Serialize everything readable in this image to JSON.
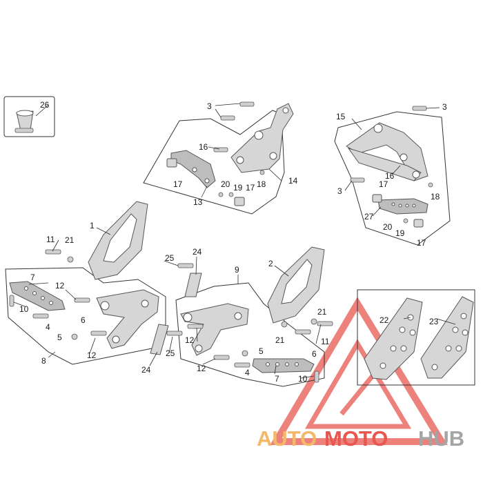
{
  "callouts": [
    {
      "id": "c1",
      "text": "1"
    },
    {
      "id": "c2",
      "text": "2"
    },
    {
      "id": "c3a",
      "text": "3"
    },
    {
      "id": "c3b",
      "text": "3"
    },
    {
      "id": "c3c",
      "text": "3"
    },
    {
      "id": "c4a",
      "text": "4"
    },
    {
      "id": "c4b",
      "text": "4"
    },
    {
      "id": "c5a",
      "text": "5"
    },
    {
      "id": "c5b",
      "text": "5"
    },
    {
      "id": "c6a",
      "text": "6"
    },
    {
      "id": "c6b",
      "text": "6"
    },
    {
      "id": "c7a",
      "text": "7"
    },
    {
      "id": "c7b",
      "text": "7"
    },
    {
      "id": "c8",
      "text": "8"
    },
    {
      "id": "c9",
      "text": "9"
    },
    {
      "id": "c10a",
      "text": "10"
    },
    {
      "id": "c10b",
      "text": "10"
    },
    {
      "id": "c11a",
      "text": "11"
    },
    {
      "id": "c11b",
      "text": "11"
    },
    {
      "id": "c12a",
      "text": "12"
    },
    {
      "id": "c12b",
      "text": "12"
    },
    {
      "id": "c12c",
      "text": "12"
    },
    {
      "id": "c12d",
      "text": "12"
    },
    {
      "id": "c13",
      "text": "13"
    },
    {
      "id": "c14",
      "text": "14"
    },
    {
      "id": "c15",
      "text": "15"
    },
    {
      "id": "c16a",
      "text": "16"
    },
    {
      "id": "c16b",
      "text": "16"
    },
    {
      "id": "c17a",
      "text": "17"
    },
    {
      "id": "c17b",
      "text": "17"
    },
    {
      "id": "c17c",
      "text": "17"
    },
    {
      "id": "c17d",
      "text": "17"
    },
    {
      "id": "c18a",
      "text": "18"
    },
    {
      "id": "c18b",
      "text": "18"
    },
    {
      "id": "c19a",
      "text": "19"
    },
    {
      "id": "c19b",
      "text": "19"
    },
    {
      "id": "c20a",
      "text": "20"
    },
    {
      "id": "c20b",
      "text": "20"
    },
    {
      "id": "c21a",
      "text": "21"
    },
    {
      "id": "c21b",
      "text": "21"
    },
    {
      "id": "c21c",
      "text": "21"
    },
    {
      "id": "c22",
      "text": "22"
    },
    {
      "id": "c23",
      "text": "23"
    },
    {
      "id": "c24a",
      "text": "24"
    },
    {
      "id": "c24b",
      "text": "24"
    },
    {
      "id": "c25a",
      "text": "25"
    },
    {
      "id": "c25b",
      "text": "25"
    },
    {
      "id": "c26",
      "text": "26"
    },
    {
      "id": "c27",
      "text": "27"
    }
  ],
  "watermark": {
    "auto": "AUTO",
    "moto": "MOTO",
    "hub": "HUB",
    "colors": {
      "triangle": "#e8574f",
      "auto": "#f4b86a",
      "moto": "#e8574f",
      "hub": "#a5a5a5"
    }
  }
}
